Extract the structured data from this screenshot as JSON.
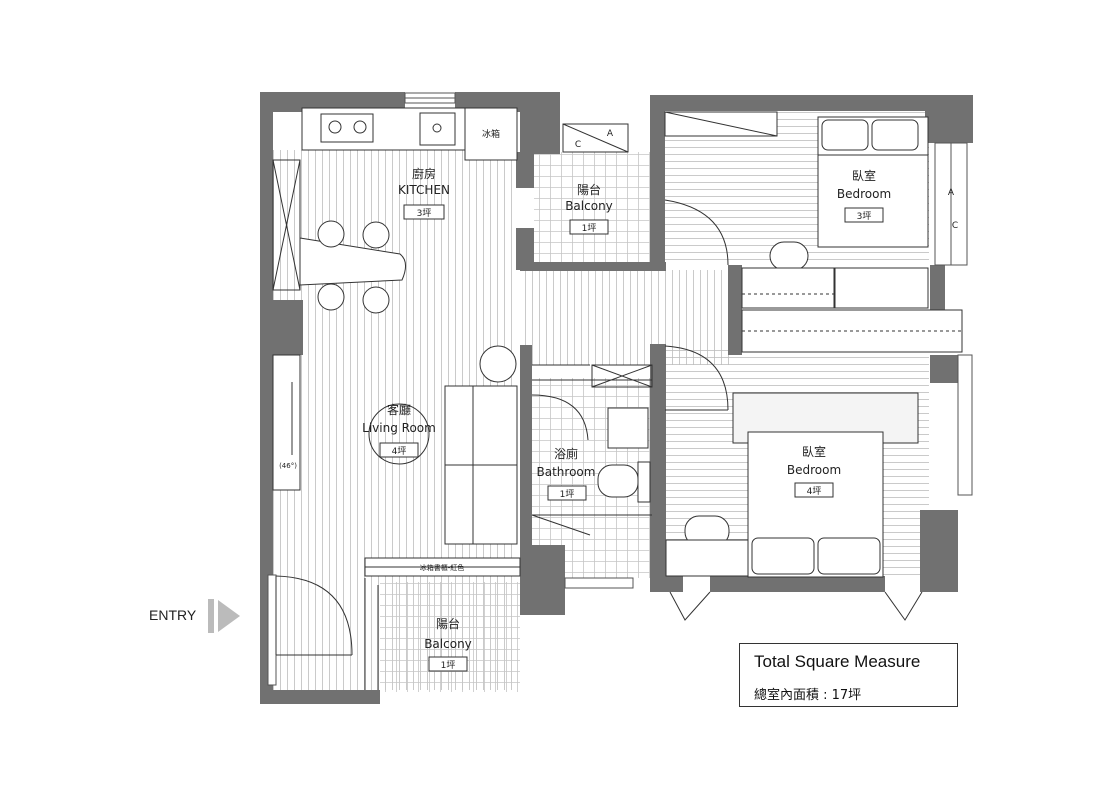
{
  "rooms": {
    "kitchen": {
      "zh": "廚房",
      "en": "KITCHEN",
      "area": "3坪"
    },
    "living": {
      "zh": "客廳",
      "en": "Living Room",
      "area": "4坪"
    },
    "balcony_top": {
      "zh": "陽台",
      "en": "Balcony",
      "area": "1坪"
    },
    "balcony_bottom": {
      "zh": "陽台",
      "en": "Balcony",
      "area": "1坪"
    },
    "bathroom": {
      "zh": "浴廁",
      "en": "Bathroom",
      "area": "1坪"
    },
    "bedroom_top": {
      "zh": "臥室",
      "en": "Bedroom",
      "area": "3坪"
    },
    "bedroom_bottom": {
      "zh": "臥室",
      "en": "Bedroom",
      "area": "4坪"
    }
  },
  "fixtures": {
    "fridge": "冰箱",
    "tv_angle": "(46°)",
    "cabinet_note": "冰箱書櫃-紅色",
    "ac_a": "A",
    "ac_c": "C"
  },
  "entry": "ENTRY",
  "legend": {
    "title": "Total Square Measure",
    "subtitle": "總室內面積 : 17坪"
  }
}
